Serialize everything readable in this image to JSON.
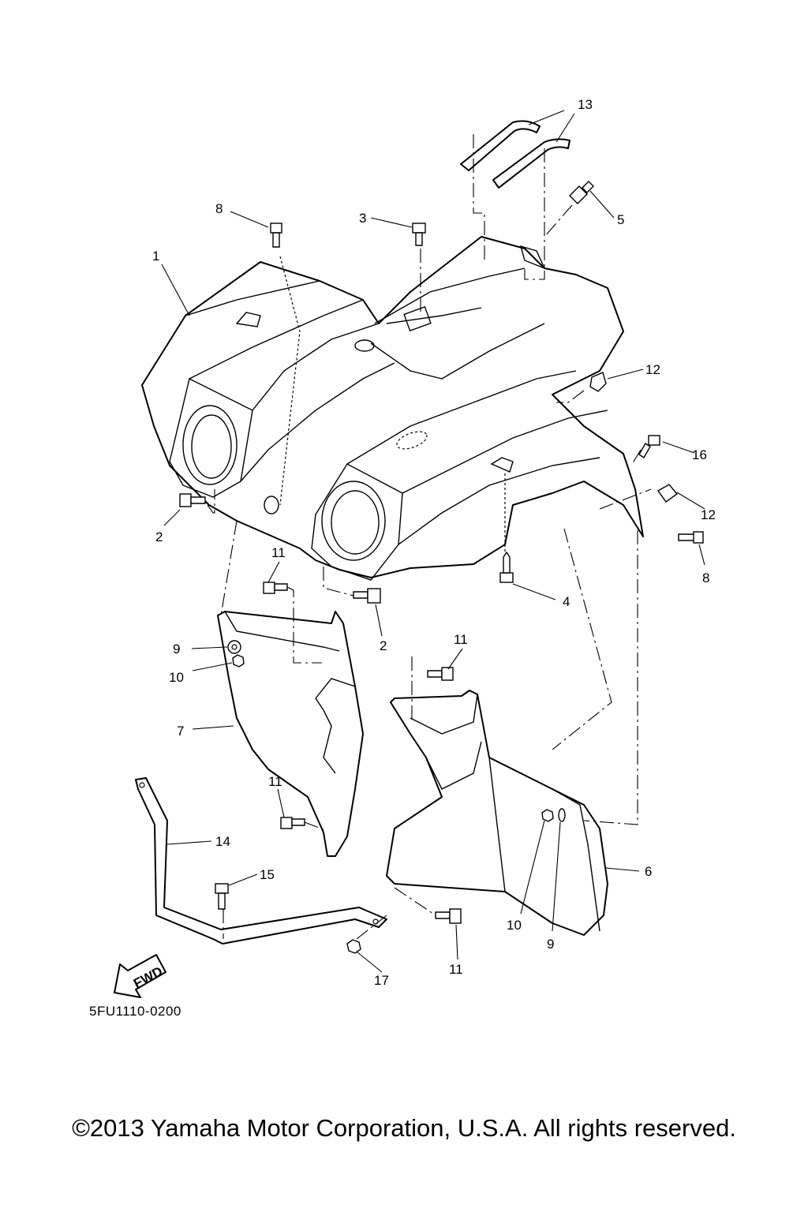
{
  "callouts": [
    {
      "id": "c1",
      "label": "1"
    },
    {
      "id": "c2a",
      "label": "2"
    },
    {
      "id": "c2b",
      "label": "2"
    },
    {
      "id": "c3",
      "label": "3"
    },
    {
      "id": "c4",
      "label": "4"
    },
    {
      "id": "c5",
      "label": "5"
    },
    {
      "id": "c6",
      "label": "6"
    },
    {
      "id": "c7",
      "label": "7"
    },
    {
      "id": "c8a",
      "label": "8"
    },
    {
      "id": "c8b",
      "label": "8"
    },
    {
      "id": "c9a",
      "label": "9"
    },
    {
      "id": "c9b",
      "label": "9"
    },
    {
      "id": "c10a",
      "label": "10"
    },
    {
      "id": "c10b",
      "label": "10"
    },
    {
      "id": "c11a",
      "label": "11"
    },
    {
      "id": "c11b",
      "label": "11"
    },
    {
      "id": "c11c",
      "label": "11"
    },
    {
      "id": "c11d",
      "label": "11"
    },
    {
      "id": "c12a",
      "label": "12"
    },
    {
      "id": "c12b",
      "label": "12"
    },
    {
      "id": "c13",
      "label": "13"
    },
    {
      "id": "c14",
      "label": "14"
    },
    {
      "id": "c15",
      "label": "15"
    },
    {
      "id": "c16",
      "label": "16"
    },
    {
      "id": "c17",
      "label": "17"
    }
  ],
  "fwd_label": "FWD",
  "diagram_code": "5FU1110-0200",
  "copyright": "©2013 Yamaha Motor Corporation, U.S.A. All rights reserved."
}
